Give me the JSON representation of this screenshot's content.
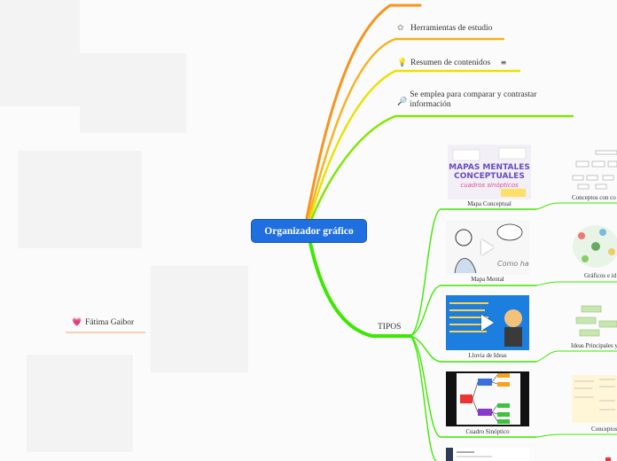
{
  "root": {
    "label": "Organizador gráfico"
  },
  "branches": [
    {
      "icon": "✿",
      "icon_name": "flower-icon",
      "label": "Herramientas de estudio"
    },
    {
      "icon": "💡",
      "icon_name": "lightbulb-icon",
      "label": "Resumen de contenidos",
      "note_icon": "≡"
    },
    {
      "icon": "🔎",
      "icon_name": "magnifier-icon",
      "label": "Se emplea para comparar y contrastar información"
    }
  ],
  "tipos": {
    "label": "TIPOS",
    "items": [
      {
        "caption": "Mapa Conceptual",
        "detail": "Conceptos con co"
      },
      {
        "caption": "Mapa Mental",
        "detail": "Gráficos e id"
      },
      {
        "caption": "Lluvia de Ideas",
        "detail": "Ideas Principales y"
      },
      {
        "caption": "Cuadro Sinóptico",
        "detail": "Conceptos"
      }
    ]
  },
  "author": {
    "icon": "💗",
    "icon_name": "heart-icon",
    "label": "Fátima Gaibor"
  },
  "colors": {
    "root": "#1f6fe0",
    "orange": "#f7941d",
    "yellow": "#f5e400",
    "green": "#3ee800",
    "author_line": "#f2a36f"
  }
}
